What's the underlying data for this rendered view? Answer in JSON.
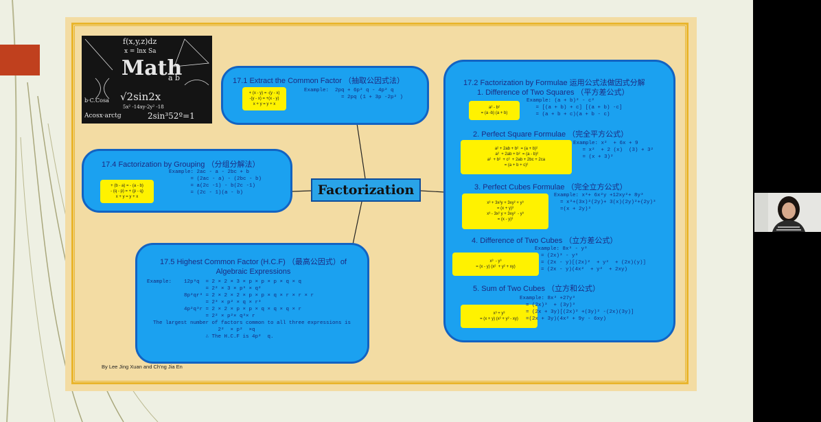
{
  "slide": {
    "center": "Factorization",
    "credit": "By Lee Jing Xuan and Ch'ng Jia En",
    "math_image": {
      "word": "Math",
      "formulas": [
        "f(x,y,z)dz",
        "x = lnx Sa",
        "a b",
        "√2sin2x",
        "5x² -14xy-2y² -18",
        "Acosx·arctg",
        "2sin³52º=1",
        "b·C.Cosa"
      ]
    },
    "s171": {
      "title": "17.1 Extract the Common Factor （抽取公因式法）",
      "ybox": "+ (x - y) = -(y - x)\n-(y - x) = +(x - y)\nx + y = y + x",
      "example": "Example:  2pq + 6p² q - 4p² q\n            = 2pq (1 + 3p -2p² )"
    },
    "s174": {
      "title": "17.4 Factorization by Grouping （分组分解法）",
      "ybox": "+ (b - a) = - (a - b)\n- (q - p) = + (p - q)\nx + y = y + x",
      "example": "Example: 2ac - a - 2bc + b\n       = (2ac - a) - (2bc - b)\n       = a(2c -1) - b(2c -1)\n       = (2c - 1)(a - b)"
    },
    "s175": {
      "title": "17.5 Highest Common Factor (H.C.F) （最高公因式）of Algebraic Expressions",
      "body": "Example:    12p³q  = 2 × 2 × 3 × p × p × p × q × q\n                   = 2² × 3 × p³ × q²\n            8p²qr³ = 2 × 2 × 2 × p × p × q × r × r × r\n                   = 2³ × p² × q × r³\n            4p²q³r = 2 × 2 × p × p × q × q × q × r\n                   = 2² × p²× q³× r\n  The largest number of factors common to all three expressions is\n                       2²  × p²  ×q\n                   ∴ The H.C.F is 4p²  q."
    },
    "s172": {
      "title": "17.2 Factorization by Formulae 运用公式法做因式分解",
      "items": [
        {
          "heading": "1. Difference of Two Squares （平方差公式）",
          "ybox": "a² - b²\n= (a -b) (a + b)",
          "example": "Example: (a + b)² - c²\n   = [(a + b) + c] [(a + b) -c]\n   = (a + b + c)(a + b - c)"
        },
        {
          "heading": "2. Perfect Square Formulae （完全平方公式）",
          "ybox": "a² + 2ab + b²  = (a + b)²\n a²  + 2ab + b²  = (a - b)²\na²  + b²  + c²  + 2ab + 2bc + 2ca\n= (a + b + c)²",
          "example": "Example: x²  + 6x + 9\n   = x²  + 2 (x)  (3) + 3²\n   = (x + 3)²"
        },
        {
          "heading": "3. Perfect Cubes Formulae （完全立方公式）",
          "ybox": "x³ + 3x²y + 3xy² + y³\n= (x + y)³\nx³ - 3x² y + 3xy²  - y³\n= (x - y)³",
          "example": "Example: x³+ 6x²y +12xy²+ 8y³\n  = x³+(3x)²(2y)+ 3(x)(2y)²+(2y)³\n  =(x + 2y)³"
        },
        {
          "heading": "4. Difference of Two Cubes （立方差公式）",
          "ybox": "x³  - y³\n= (x - y) (x²  + y² + xy)",
          "example": "Example: 8x³ - y³\n  = (2x)³ - y³\n  = (2x - y)[(2x)²  + y²  + (2x)(y)]\n  = (2x - y)(4x²  + y²  + 2xy)"
        },
        {
          "heading": "5. Sum of Two Cubes （立方和公式）",
          "ybox": "x³ + y³\n= (x + y) (x² + y² - xy)",
          "example": "Example: 8x³ +27y³\n  = (2x)³  + (3y)³\n  = (2x + 3y)[(2x)² +(3y)² -(2x)(3y)]\n  =(2x + 3y)(4x² + 9y - 6xy)"
        }
      ]
    }
  }
}
